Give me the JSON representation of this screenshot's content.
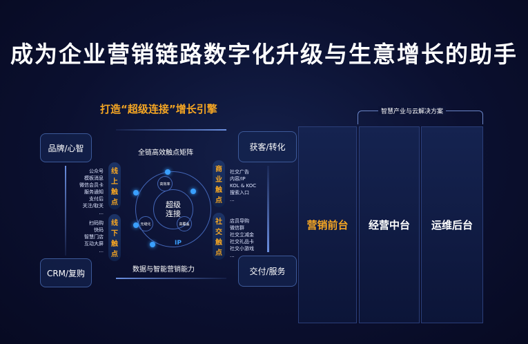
{
  "title": "成为企业营销链路数字化升级与生意增长的助手",
  "engine_title": "打造“超级连接”增长引擎",
  "nodes": {
    "brand": "品牌/心智",
    "crm": "CRM/复购",
    "acquire": "获客/转化",
    "deliver": "交付/服务"
  },
  "matrix_title": "全链高效触点矩阵",
  "capability_title": "数据与智能营销能力",
  "center": {
    "label": "超级连接",
    "sub": [
      "高效率",
      "无缝化",
      "高覆盖"
    ],
    "ip": "IP"
  },
  "touchpoints": {
    "online": "线上触点",
    "offline": "线下触点",
    "commercial": "商业触点",
    "social": "社交触点"
  },
  "online_list": [
    "公众号",
    "模板消息",
    "微信会员卡",
    "服务通知",
    "支付后",
    "关注/取关",
    "..."
  ],
  "offline_list": [
    "扫码购",
    "快码",
    "智慧门店",
    "互动大屏",
    "..."
  ],
  "commercial_list": [
    "社交广告",
    "内容/IP",
    "KOL & KOC",
    "搜索入口",
    "..."
  ],
  "social_list": [
    "店员导购",
    "微信群",
    "社交立减金",
    "社交礼品卡",
    "社交小游戏",
    "..."
  ],
  "solution_label": "智慧产业与云解决方案",
  "columns": [
    "营销前台",
    "经营中台",
    "运维后台"
  ],
  "accent": "#f5a623"
}
